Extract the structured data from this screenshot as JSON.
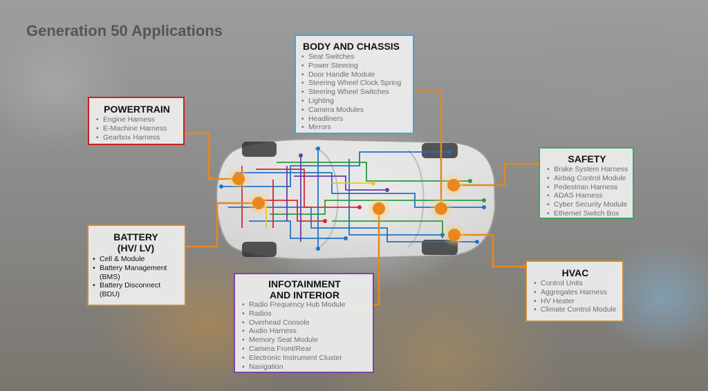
{
  "title": "Generation 50 Applications",
  "sections": {
    "powertrain": {
      "heading": "POWERTRAIN",
      "items": [
        "Engine Harness",
        "E-Machine Harness",
        "Gearbox Harness"
      ]
    },
    "body": {
      "heading": "BODY AND CHASSIS",
      "items": [
        "Seat Switches",
        "Power Steering",
        "Door Handle Module",
        "Steering Wheel Clock Spring",
        "Steering Wheel Switches",
        "Lighting",
        "Camera Modules",
        "Headliners",
        "Mirrors"
      ]
    },
    "safety": {
      "heading": "SAFETY",
      "items": [
        "Brake System Harness",
        "Airbag Control Module",
        "Pedestrian Harness",
        "ADAS Harness",
        "Cyber Security Module",
        "Ethernet Switch Box"
      ]
    },
    "battery": {
      "heading_1": "BATTERY",
      "heading_2": "(HV/ LV)",
      "items": [
        "Cell & Module",
        "Battery Management (BMS)",
        "Battery Disconnect (BDU)"
      ]
    },
    "infotainment": {
      "heading_1": "INFOTAINMENT",
      "heading_2": "AND INTERIOR",
      "items": [
        "Radio Frequency Hub Module",
        "Radios",
        "Overhead Console",
        "Audio Harness",
        "Memory Seat Module",
        "Camera Front/Rear",
        "Electronic Instrument Cluster",
        "Navigation"
      ]
    },
    "hvac": {
      "heading": "HVAC",
      "items": [
        "Control Units",
        "Aggregates Harness",
        "HV Heater",
        "Climate Control Module"
      ]
    }
  },
  "colors": {
    "connector": "#e8871e",
    "powertrain_border": "#cc2020",
    "body_border": "#3aa7d6",
    "safety_border": "#38a85a",
    "battery_border": "#d08a2a",
    "infotainment_border": "#7a45a8",
    "hvac_border": "#d08a2a",
    "wire_blue": "#1e73c8",
    "wire_red": "#d42a2a",
    "wire_green": "#2a9a3a",
    "wire_purple": "#6a3aa8",
    "wire_yellow": "#e8c81e"
  }
}
